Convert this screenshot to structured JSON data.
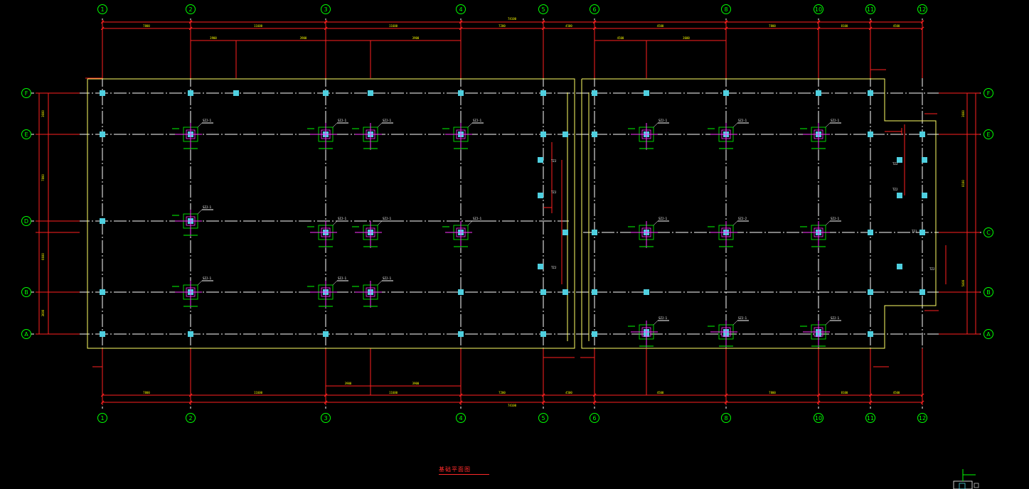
{
  "drawing": {
    "title": "基础平面图",
    "overall_dimension": "74100"
  },
  "grid_axes": {
    "vertical": [
      "1",
      "2",
      "3",
      "4",
      "5",
      "6",
      "8",
      "10",
      "11",
      "12"
    ],
    "horizontal": [
      "F",
      "E",
      "D",
      "B",
      "A",
      "C"
    ]
  },
  "top_dimensions_row1": [
    "7800",
    "11600",
    "11600",
    "7200",
    "4500",
    "4500",
    "7800",
    "8100",
    "4500",
    "4500"
  ],
  "top_dimensions_row2": [
    "3900",
    "3900",
    "3900",
    "4500",
    "3600"
  ],
  "bottom_dimensions_row1": [
    "7800",
    "11600",
    "11600",
    "7200",
    "4500",
    "4500",
    "7800",
    "8100",
    "4500",
    "4500"
  ],
  "bottom_dimensions_row2": [
    "3900",
    "3900"
  ],
  "left_dimensions": [
    "3600",
    "7800",
    "6600",
    "3600"
  ],
  "right_dimensions": [
    "3600",
    "8100",
    "5400"
  ],
  "foundation_tags": [
    "SZJ-1",
    "SZJ-2",
    "TZJ"
  ],
  "colors": {
    "background": "#000000",
    "grid_line": "#ffffff",
    "dimension_line": "#ff2020",
    "wall_outline": "#ffff66",
    "bubble": "#00ff00",
    "column": "#4fd0e0",
    "footing": "#00ff00",
    "rebar": "#ff33ff"
  }
}
